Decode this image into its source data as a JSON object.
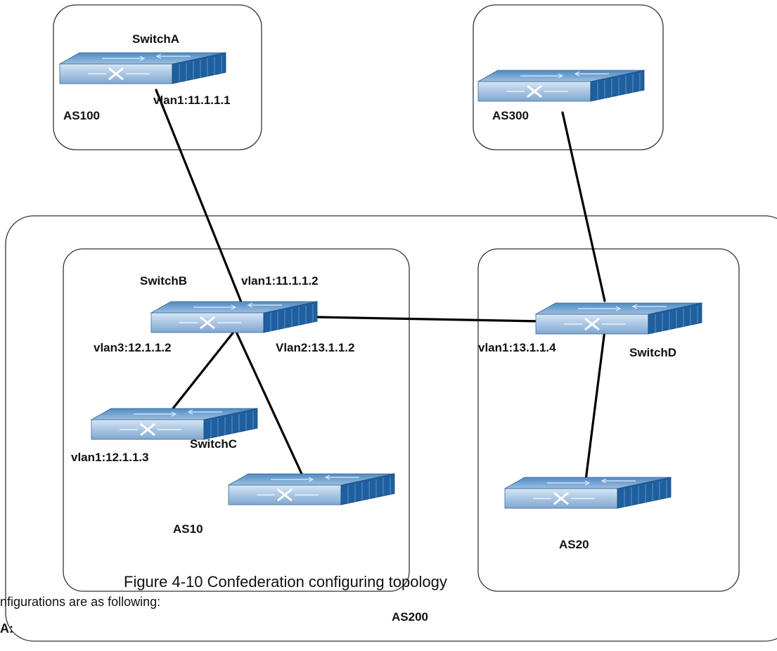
{
  "labels": {
    "switch_a": "SwitchA",
    "switch_a_ip": "vlan1:11.1.1.1",
    "as100": "AS100",
    "as300": "AS300",
    "switch_b": "SwitchB",
    "switch_b_uplink_ip": "vlan1:11.1.1.2",
    "switch_b_vlan3_ip": "vlan3:12.1.1.2",
    "switch_b_vlan2_ip": "Vlan2:13.1.1.2",
    "switch_c": "SwitchC",
    "switch_c_ip": "vlan1:12.1.1.3",
    "as10": "AS10",
    "switch_d_ip": "vlan1:13.1.1.4",
    "switch_d": "SwitchD",
    "as20": "AS20",
    "as200": "AS200"
  },
  "caption": "Figure 4-10 Confederation configuring topology",
  "body_text": {
    "line1": "nfigurations are as following:",
    "line2": "A:"
  },
  "colors": {
    "switch_top": "#8fb3d6",
    "switch_front": "#b9d2ea",
    "switch_side": "#2a6aa8",
    "line": "#000000"
  }
}
